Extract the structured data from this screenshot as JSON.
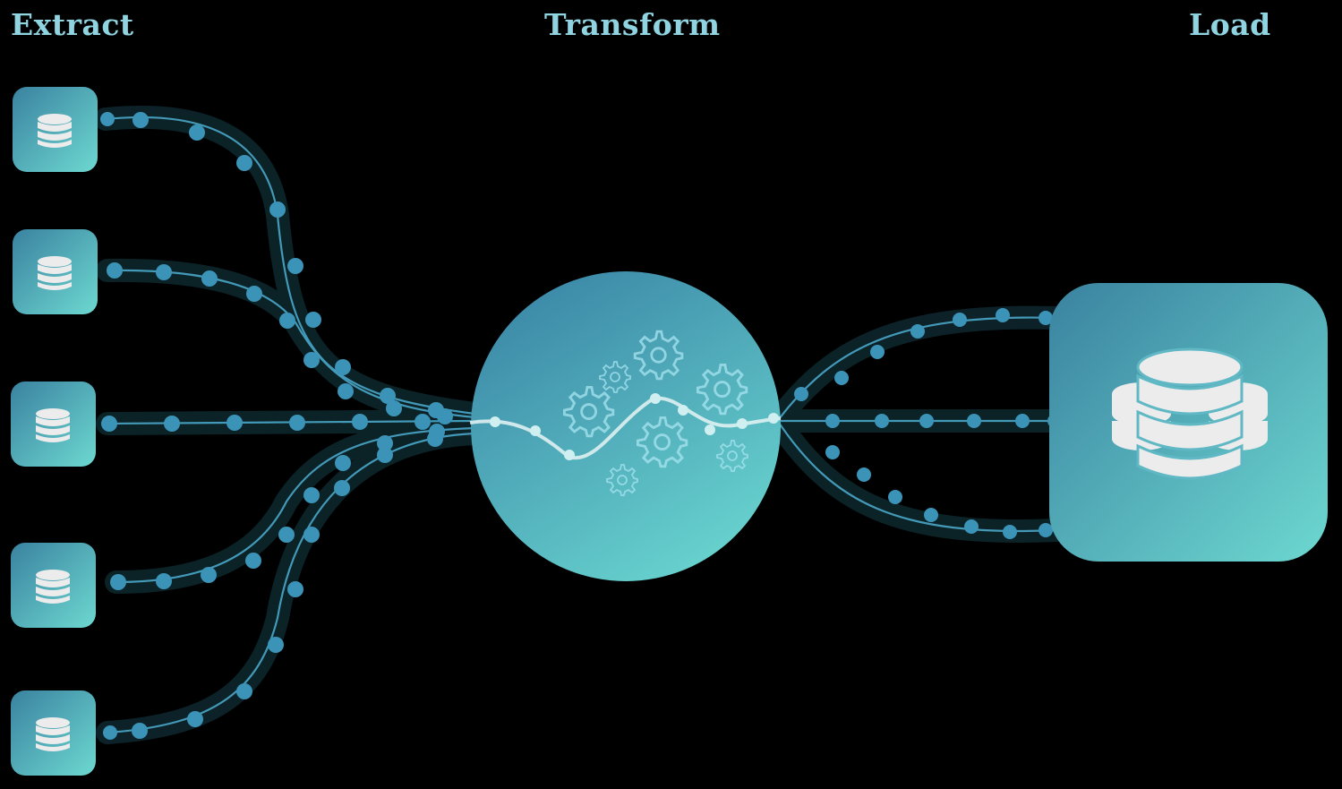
{
  "stages": {
    "extract": "Extract",
    "transform": "Transform",
    "load": "Load"
  },
  "icons": {
    "source": "database-icon",
    "transform": "gears-icon",
    "target": "database-stack-icon"
  },
  "colors": {
    "background": "#000000",
    "heading": "#8fd4e0",
    "node_top": "#3a86a0",
    "node_bottom": "#6fd6d0",
    "pipe": "#0f2a30",
    "line": "#4aa6c8",
    "dot": "#3b93b8",
    "icon": "#ececec"
  },
  "source_count": 5,
  "output_count": 3
}
